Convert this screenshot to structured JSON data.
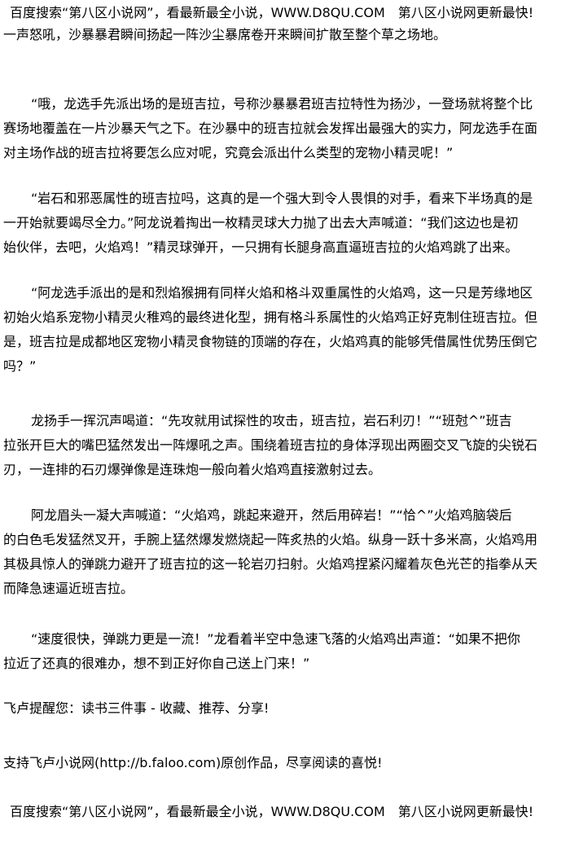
{
  "header_banner": "百度搜索“第八区小说网”，看最新最全小说，WWW.D8QU.COM　第八区小说网更新最快!",
  "paragraphs": [
    [
      "一声怒吼，沙暴暴君瞬间扬起一阵沙尘暴席卷开来瞬间扩散至整个草之场地。"
    ],
    [
      "“哦，龙选手先派出场的是班吉拉，号称沙暴暴君班吉拉特性为扬沙，一登场就将整个比",
      "赛场地覆盖在一片沙暴天气之下。在沙暴中的班吉拉就会发挥出最强大的实力，阿龙选手在面",
      "对主场作战的班吉拉将要怎么应对呢，究竟会派出什么类型的宠物小精灵呢！”"
    ],
    [
      "“岩石和邪恶属性的班吉拉吗，这真的是一个强大到令人畏惧的对手，看来下半场真的是",
      "一开始就要竭尽全力。”阿龙说着掏出一枚精灵球大力抛了出去大声喊道：“我们这边也是初",
      "始伙伴，去吧，火焰鸡！”精灵球弹开，一只拥有长腿身高直逼班吉拉的火焰鸡跳了出来。"
    ],
    [
      "“阿龙选手派出的是和烈焰猴拥有同样火焰和格斗双重属性的火焰鸡，这一只是芳缘地区",
      "初始火焰系宠物小精灵火稚鸡的最终进化型，拥有格斗系属性的火焰鸡正好克制住班吉拉。但",
      "是，班吉拉是成都地区宠物小精灵食物链的顶端的存在，火焰鸡真的能够凭借属性优势压倒它",
      "吗？”"
    ],
    [
      "龙扬手一挥沉声喝道：“先攻就用试探性的攻击，班吉拉，岩石利刃！”“班尅^”班吉",
      "拉张开巨大的嘴巴猛然发出一阵爆吼之声。围绕着班吉拉的身体浮现出两圈交叉飞旋的尖锐石",
      "刃，一连排的石刃爆弹像是连珠炮一般向着火焰鸡直接激射过去。"
    ],
    [
      "阿龙眉头一凝大声喊道：“火焰鸡，跳起来避开，然后用碎岩！”“恰^”火焰鸡脑袋后",
      "的白色毛发猛然叉开，手腕上猛然爆发燃烧起一阵炙热的火焰。纵身一跃十多米高，火焰鸡用",
      "其极具惊人的弹跳力避开了班吉拉的这一轮岩刃扫射。火焰鸡捏紧闪耀着灰色光芒的指拳从天",
      "而降急速逼近班吉拉。"
    ],
    [
      "“速度很快，弹跳力更是一流！”龙看着半空中急速飞落的火焰鸡出声道：“如果不把你",
      "拉近了还真的很难办，想不到正好你自己送上门来！”"
    ]
  ],
  "reminder": "飞卢提醒您：读书三件事 - 收藏、推荐、分享!",
  "support": "支持飞卢小说网(http://b.faloo.com)原创作品，尽享阅读的喜悦!",
  "footer_banner": "百度搜索“第八区小说网”，看最新最全小说，WWW.D8QU.COM　第八区小说网更新最快!"
}
